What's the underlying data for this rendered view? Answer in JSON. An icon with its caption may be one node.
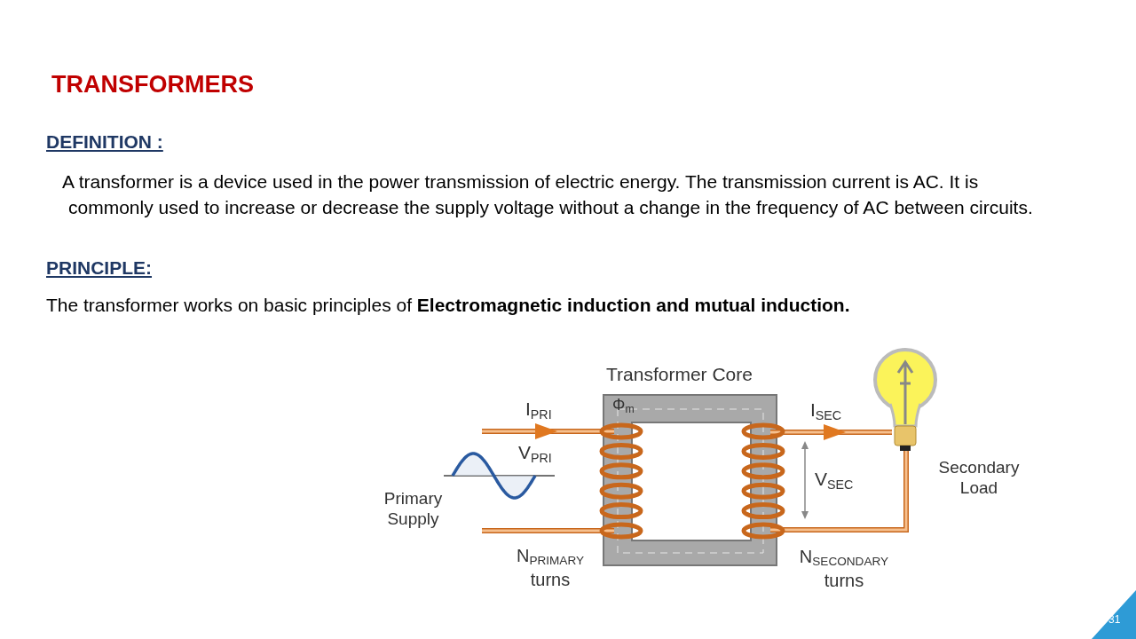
{
  "diagram": {
    "title": "TRANSFORMERS",
    "labels": [
      "DEFINITION :",
      "A transformer is a device used in the power transmission of electric energy. The transmission current is AC. It is commonly used to increase or decrease the supply voltage without a change in the frequency of AC between circuits.",
      "PRINCIPLE:",
      "The transformer works on basic principles of **Electromagnetic induction  and mutual induction.**",
      "Transformer Core",
      "Φ$_{m}$",
      "I$_{PRI}$",
      "V$_{PRI}$",
      "Primary Supply",
      "N$_{PRIMARY}$ turns",
      "I$_{SEC}$",
      "V$_{SEC}$",
      "Secondary Load",
      "N$_{SECONDARY}$ turns",
      "31"
    ]
  }
}
